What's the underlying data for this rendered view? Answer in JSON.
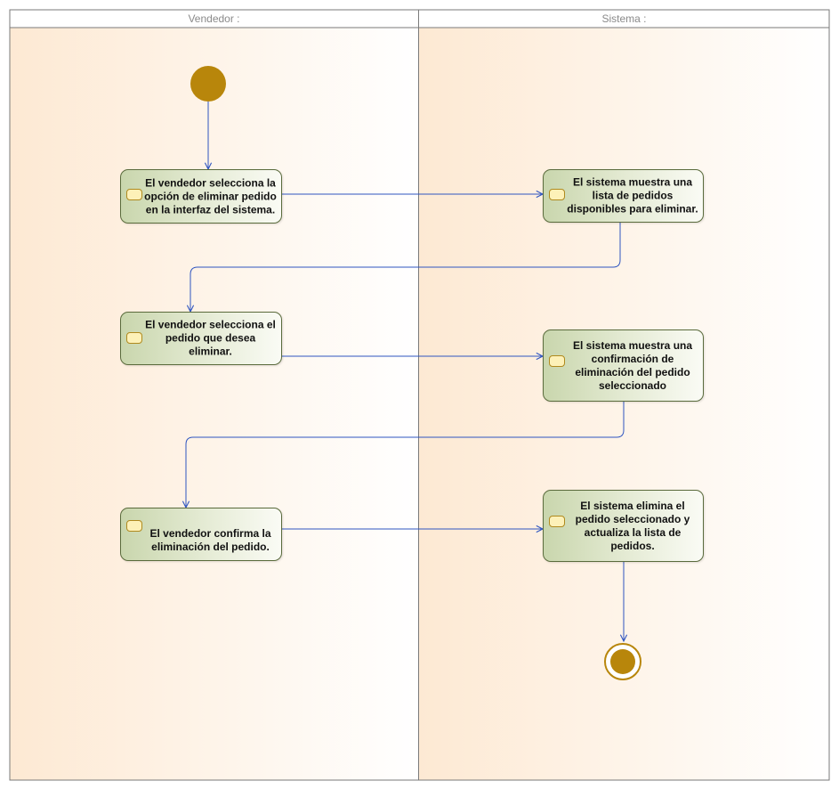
{
  "lanes": [
    {
      "label": "Vendedor :"
    },
    {
      "label": "Sistema :"
    }
  ],
  "actions": {
    "v1": "El vendedor selecciona la\nopción de eliminar pedido\nen la interfaz del sistema.",
    "s1": "El sistema muestra una\nlista de pedidos\ndisponibles para eliminar.",
    "v2": "El vendedor selecciona el\npedido que desea\neliminar.",
    "s2": "El sistema muestra una\nconfirmación de\neliminación del pedido\nseleccionado",
    "v3": "El vendedor confirma la\neliminación del pedido.",
    "s3": "El sistema elimina el\npedido seleccionado y\nactualiza la lista de\npedidos."
  },
  "colors": {
    "node_fill": "#b8860b",
    "edge": "#2f55c0",
    "lane_left": "#fdeedd",
    "lane_right": "#ffffff",
    "frame": "#7a7a7a"
  }
}
